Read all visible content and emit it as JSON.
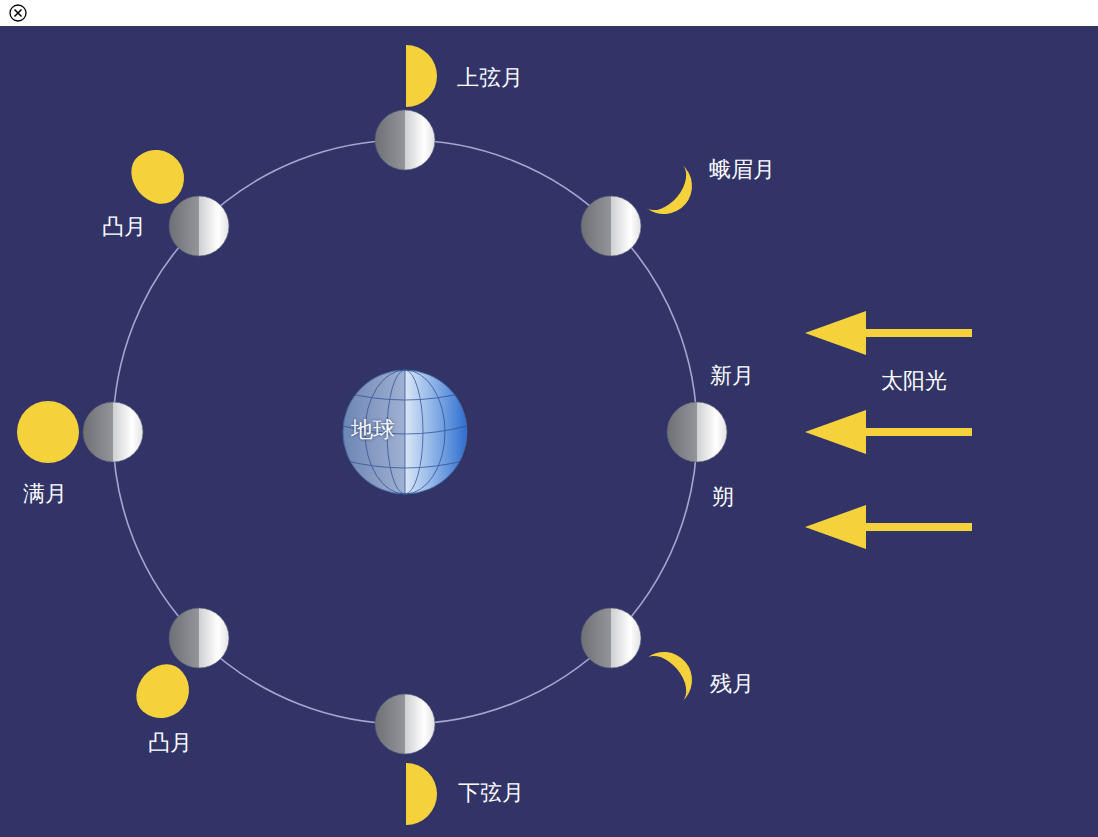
{
  "diagram": {
    "nodes": [
      {
        "text": [
          "地球"
        ]
      }
    ],
    "labels": [
      "上弦月",
      "蛾眉月",
      "凸月",
      "新月",
      "太阳光",
      "朔",
      "满月",
      "凸月",
      "下弦月",
      "残月"
    ]
  }
}
